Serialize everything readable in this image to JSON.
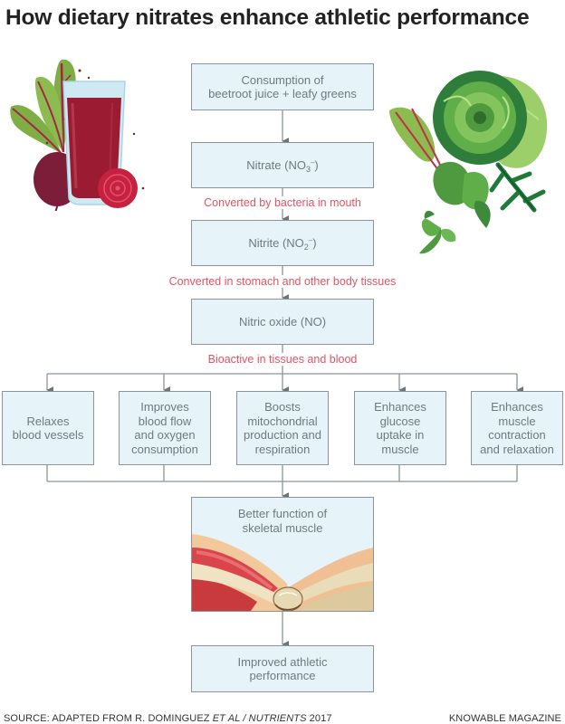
{
  "title": "How dietary nitrates enhance athletic performance",
  "flow": {
    "consumption": {
      "line1": "Consumption of",
      "line2": "beetroot juice + leafy greens"
    },
    "nitrate": {
      "prefix": "Nitrate (NO",
      "sub": "3",
      "sup": "–",
      "suffix": ")"
    },
    "step1_label": "Converted by bacteria in mouth",
    "nitrite": {
      "prefix": "Nitrite (NO",
      "sub": "2",
      "sup": "–",
      "suffix": ")"
    },
    "step2_label": "Converted in stomach and other body tissues",
    "nitric_oxide": "Nitric oxide (NO)",
    "step3_label": "Bioactive in tissues and blood",
    "effects": [
      {
        "lines": [
          "Relaxes",
          "blood vessels"
        ]
      },
      {
        "lines": [
          "Improves",
          "blood flow",
          "and oxygen",
          "consumption"
        ]
      },
      {
        "lines": [
          "Boosts",
          "mitochondrial",
          "production and",
          "respiration"
        ]
      },
      {
        "lines": [
          "Enhances",
          "glucose",
          "uptake in",
          "muscle"
        ]
      },
      {
        "lines": [
          "Enhances",
          "muscle",
          "contraction",
          "and relaxation"
        ]
      }
    ],
    "muscle": {
      "line1": "Better function of",
      "line2": "skeletal muscle"
    },
    "result": {
      "line1": "Improved athletic",
      "line2": "performance"
    }
  },
  "illustrations": {
    "left": "beetroot-juice-illustration",
    "right": "leafy-greens-illustration",
    "muscle": "elbow-muscle-illustration"
  },
  "colors": {
    "box_fill": "#e6f4f9",
    "box_border": "#8a9499",
    "box_text": "#6f7a80",
    "accent_red": "#e05563",
    "connector": "#8a9499"
  },
  "footer": {
    "source_prefix": "SOURCE: ADAPTED FROM R. DOMINGUEZ ",
    "source_italic": "ET AL / NUTRIENTS",
    "source_suffix": " 2017",
    "credit": "KNOWABLE MAGAZINE"
  }
}
